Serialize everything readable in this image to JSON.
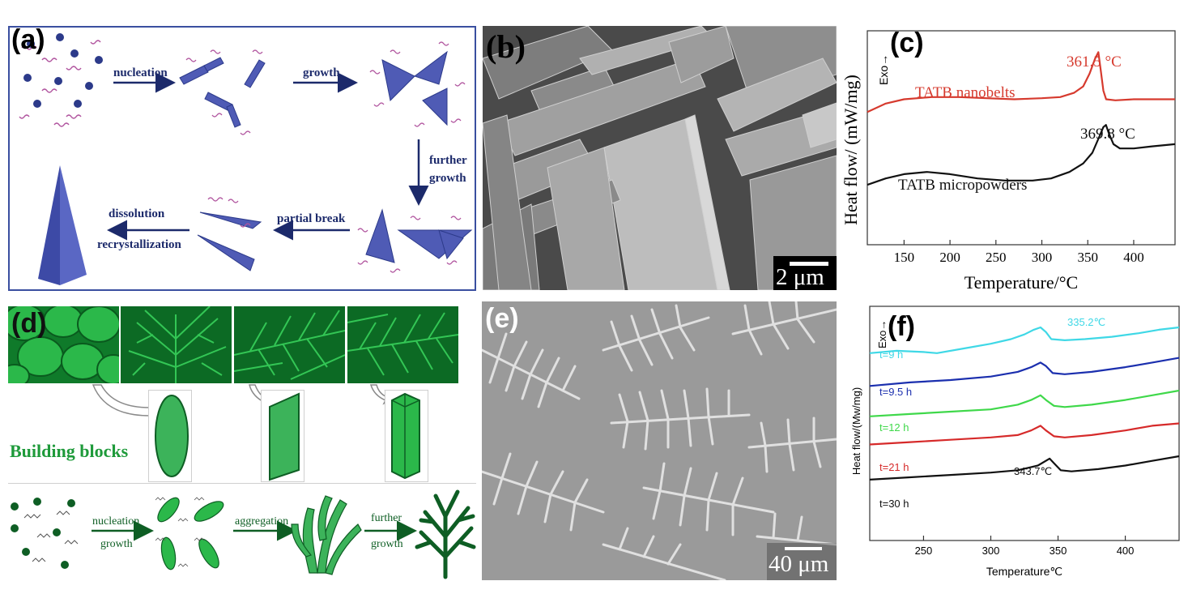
{
  "panels": {
    "a": {
      "label": "(a)",
      "steps": {
        "nucleation": "nucleation",
        "growth": "growth",
        "further_growth_1": "further",
        "further_growth_2": "growth",
        "partial_break": "partial break",
        "dissolution": "dissolution",
        "recrystallization": "recrystallization"
      },
      "colors": {
        "crystal": "#4f5bb5",
        "dot": "#2c3a8a",
        "chain": "#b0539e",
        "arrow": "#1c2a6b",
        "border": "#3a4fa0"
      }
    },
    "b": {
      "label": "(b)",
      "scale": "2 μm"
    },
    "c": {
      "label": "(c)",
      "exo": "Exo→"
    },
    "d": {
      "label": "(d)",
      "building_blocks": "Building blocks",
      "steps": {
        "nucleation_1": "nucleation",
        "nucleation_2": "growth",
        "aggregation": "aggregation",
        "further_1": "further",
        "further_2": "growth"
      },
      "colors": {
        "green": "#1e9a3a",
        "dark_green": "#0e5e24",
        "light_green": "#3cb35a"
      }
    },
    "e": {
      "label": "(e)",
      "scale": "40 μm"
    },
    "f": {
      "label": "(f)",
      "exo": "Exo→"
    }
  },
  "chart_data": [
    {
      "panel": "c",
      "type": "line",
      "xlabel": "Temperature/°C",
      "ylabel": "Heat flow/ (mW/mg)",
      "xlim": [
        110,
        445
      ],
      "xticks": [
        150,
        200,
        250,
        300,
        350,
        400
      ],
      "y_ticks_shown": false,
      "series": [
        {
          "name": "TATB nanobelts",
          "color": "#d63a2e",
          "peak_label": "361.5 °C",
          "points": [
            [
              110,
              0.62
            ],
            [
              130,
              0.66
            ],
            [
              150,
              0.68
            ],
            [
              180,
              0.69
            ],
            [
              210,
              0.69
            ],
            [
              240,
              0.685
            ],
            [
              270,
              0.68
            ],
            [
              300,
              0.685
            ],
            [
              320,
              0.69
            ],
            [
              335,
              0.71
            ],
            [
              345,
              0.74
            ],
            [
              352,
              0.8
            ],
            [
              358,
              0.87
            ],
            [
              361.5,
              0.9
            ],
            [
              364,
              0.82
            ],
            [
              367,
              0.72
            ],
            [
              370,
              0.68
            ],
            [
              380,
              0.675
            ],
            [
              400,
              0.68
            ],
            [
              420,
              0.68
            ],
            [
              445,
              0.68
            ]
          ]
        },
        {
          "name": "TATB micropowders",
          "color": "#111111",
          "peak_label": "369.8 °C",
          "points": [
            [
              110,
              0.28
            ],
            [
              130,
              0.31
            ],
            [
              150,
              0.33
            ],
            [
              175,
              0.34
            ],
            [
              200,
              0.33
            ],
            [
              230,
              0.31
            ],
            [
              260,
              0.3
            ],
            [
              290,
              0.3
            ],
            [
              310,
              0.31
            ],
            [
              330,
              0.34
            ],
            [
              345,
              0.38
            ],
            [
              355,
              0.43
            ],
            [
              362,
              0.5
            ],
            [
              367,
              0.55
            ],
            [
              369.8,
              0.56
            ],
            [
              373,
              0.52
            ],
            [
              378,
              0.47
            ],
            [
              385,
              0.45
            ],
            [
              400,
              0.45
            ],
            [
              420,
              0.46
            ],
            [
              445,
              0.47
            ]
          ]
        }
      ]
    },
    {
      "panel": "f",
      "type": "line",
      "xlabel": "Temperature℃",
      "ylabel": "Heat flow/(Mw/mg)",
      "xlim": [
        210,
        440
      ],
      "xticks": [
        250,
        300,
        350,
        400
      ],
      "y_ticks_shown": false,
      "annotations": [
        "335.2℃",
        "343.7℃"
      ],
      "series": [
        {
          "name": "t=9 h",
          "color": "#3fd8e6",
          "points": [
            [
              210,
              0.8
            ],
            [
              230,
              0.81
            ],
            [
              250,
              0.805
            ],
            [
              260,
              0.8
            ],
            [
              280,
              0.82
            ],
            [
              300,
              0.84
            ],
            [
              315,
              0.86
            ],
            [
              325,
              0.88
            ],
            [
              332,
              0.9
            ],
            [
              337,
              0.91
            ],
            [
              341,
              0.89
            ],
            [
              345,
              0.86
            ],
            [
              355,
              0.855
            ],
            [
              370,
              0.86
            ],
            [
              390,
              0.87
            ],
            [
              410,
              0.885
            ],
            [
              425,
              0.9
            ],
            [
              440,
              0.91
            ]
          ]
        },
        {
          "name": "t=9.5 h",
          "color": "#1b2fae",
          "points": [
            [
              210,
              0.66
            ],
            [
              240,
              0.675
            ],
            [
              270,
              0.685
            ],
            [
              300,
              0.7
            ],
            [
              320,
              0.72
            ],
            [
              330,
              0.74
            ],
            [
              337,
              0.76
            ],
            [
              341,
              0.745
            ],
            [
              346,
              0.715
            ],
            [
              355,
              0.71
            ],
            [
              375,
              0.72
            ],
            [
              400,
              0.74
            ],
            [
              420,
              0.76
            ],
            [
              440,
              0.78
            ]
          ]
        },
        {
          "name": "t=12 h",
          "color": "#3fd84a",
          "points": [
            [
              210,
              0.53
            ],
            [
              240,
              0.54
            ],
            [
              270,
              0.55
            ],
            [
              300,
              0.56
            ],
            [
              320,
              0.58
            ],
            [
              330,
              0.6
            ],
            [
              337,
              0.62
            ],
            [
              341,
              0.6
            ],
            [
              347,
              0.575
            ],
            [
              355,
              0.57
            ],
            [
              375,
              0.58
            ],
            [
              400,
              0.6
            ],
            [
              420,
              0.62
            ],
            [
              440,
              0.64
            ]
          ]
        },
        {
          "name": "t=21 h",
          "color": "#d62a2a",
          "points": [
            [
              210,
              0.41
            ],
            [
              240,
              0.42
            ],
            [
              270,
              0.43
            ],
            [
              300,
              0.44
            ],
            [
              320,
              0.45
            ],
            [
              330,
              0.47
            ],
            [
              337,
              0.49
            ],
            [
              341,
              0.47
            ],
            [
              347,
              0.445
            ],
            [
              355,
              0.44
            ],
            [
              375,
              0.45
            ],
            [
              400,
              0.47
            ],
            [
              420,
              0.49
            ],
            [
              440,
              0.5
            ]
          ]
        },
        {
          "name": "t=30 h",
          "color": "#111111",
          "points": [
            [
              210,
              0.26
            ],
            [
              240,
              0.27
            ],
            [
              270,
              0.28
            ],
            [
              300,
              0.29
            ],
            [
              320,
              0.3
            ],
            [
              335,
              0.32
            ],
            [
              343.7,
              0.35
            ],
            [
              347,
              0.33
            ],
            [
              352,
              0.3
            ],
            [
              360,
              0.295
            ],
            [
              380,
              0.305
            ],
            [
              400,
              0.32
            ],
            [
              420,
              0.34
            ],
            [
              440,
              0.36
            ]
          ]
        }
      ]
    }
  ]
}
